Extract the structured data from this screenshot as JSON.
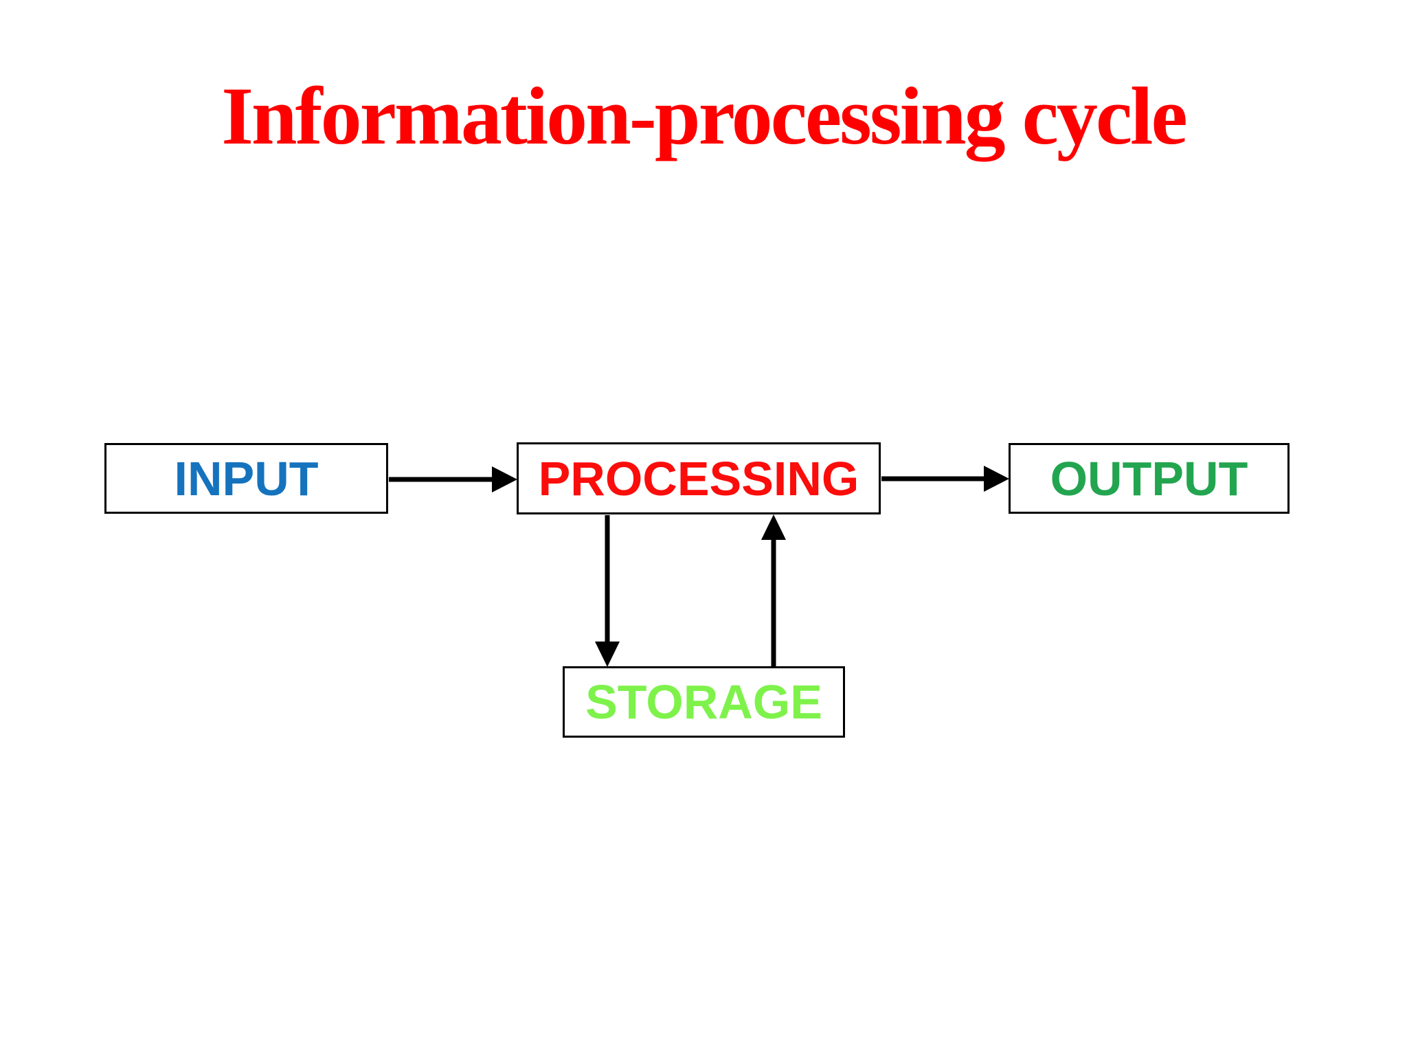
{
  "title": {
    "text": "Information-processing cycle",
    "color": "#FF0000"
  },
  "diagram": {
    "box_fill": "#FFFFFF",
    "box_border_color": "#000000",
    "arrow_color": "#000000",
    "nodes": [
      {
        "id": "input",
        "label": "INPUT",
        "label_color": "#1573BE"
      },
      {
        "id": "processing",
        "label": "PROCESSING",
        "label_color": "#FB0D0B"
      },
      {
        "id": "output",
        "label": "OUTPUT",
        "label_color": "#23A550"
      },
      {
        "id": "storage",
        "label": "STORAGE",
        "label_color": "#7EF24B"
      }
    ],
    "edges": [
      {
        "from": "INPUT",
        "to": "PROCESSING"
      },
      {
        "from": "PROCESSING",
        "to": "OUTPUT"
      },
      {
        "from": "PROCESSING",
        "to": "STORAGE"
      },
      {
        "from": "STORAGE",
        "to": "PROCESSING"
      }
    ]
  }
}
